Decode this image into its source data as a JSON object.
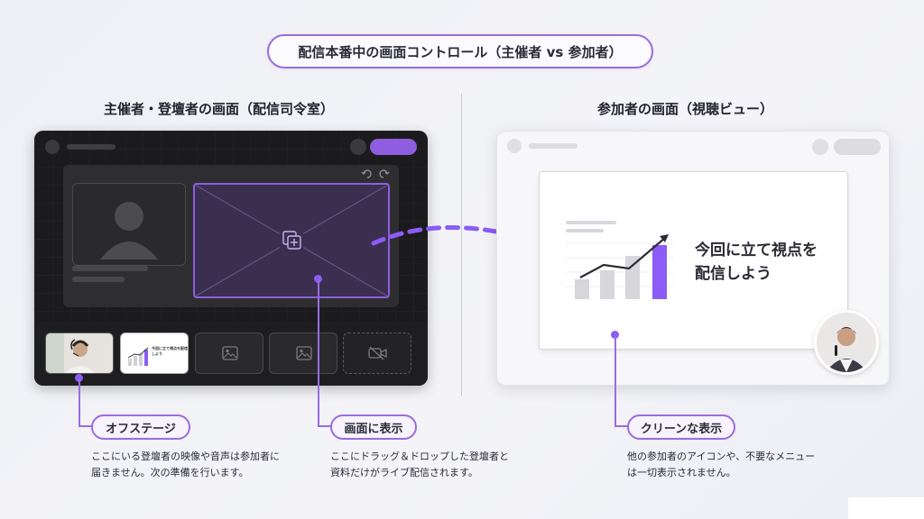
{
  "title": "配信本番中の画面コントロール（主催者 vs 参加者）",
  "left": {
    "heading": "主催者・登壇者の画面（配信司令室）",
    "thumb_slide_text": "今回に立て視点を配信しよう"
  },
  "right": {
    "heading": "参加者の画面（視聴ビュー）",
    "slide_text_line1": "今回に立て視点を",
    "slide_text_line2": "配信しよう"
  },
  "callouts": [
    {
      "label": "オフステージ",
      "desc_line1": "ここにいる登壇者の映像や音声は参加者に",
      "desc_line2": "届きません。次の準備を行います。"
    },
    {
      "label": "画面に表示",
      "desc_line1": "ここにドラッグ＆ドロップした登壇者と",
      "desc_line2": "資料だけがライブ配信されます。"
    },
    {
      "label": "クリーンな表示",
      "desc_line1": "他の参加者のアイコンや、不要なメニュー",
      "desc_line2": "は一切表示されません。"
    }
  ],
  "colors": {
    "accent": "#9b6be0",
    "accent_fill": "#8b5cf6",
    "dark_bg": "#1b1b1d"
  }
}
